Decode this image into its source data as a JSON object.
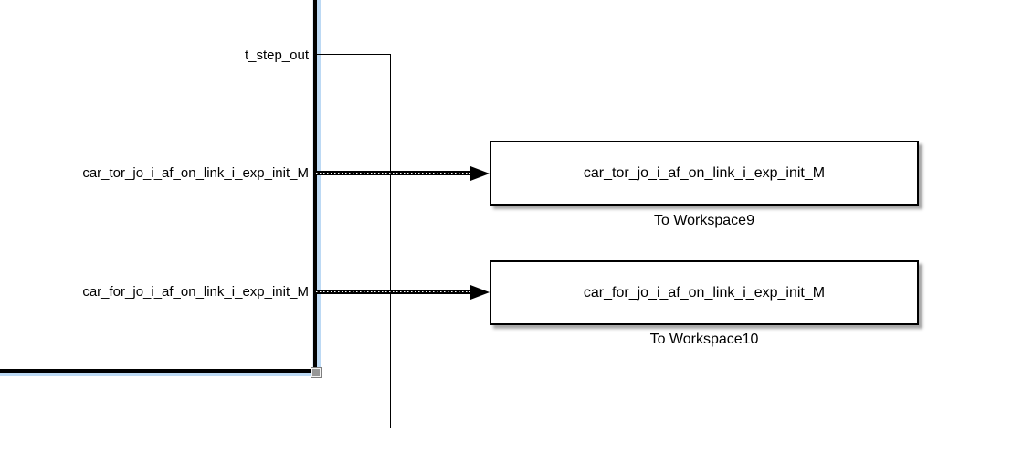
{
  "diagram": {
    "subsystem": {
      "ports": [
        {
          "label": "t_step_out"
        },
        {
          "label": "car_tor_jo_i_af_on_link_i_exp_init_M"
        },
        {
          "label": "car_for_jo_i_af_on_link_i_exp_init_M"
        }
      ]
    },
    "sinks": [
      {
        "text": "car_tor_jo_i_af_on_link_i_exp_init_M",
        "caption": "To Workspace9"
      },
      {
        "text": "car_for_jo_i_af_on_link_i_exp_init_M",
        "caption": "To Workspace10"
      }
    ],
    "colors": {
      "wire": "#000000",
      "selection_halo": "#bcd9f4",
      "block_fill": "#ffffff",
      "block_border": "#000000",
      "handle_gray": "#979797",
      "background": "#ffffff"
    }
  }
}
